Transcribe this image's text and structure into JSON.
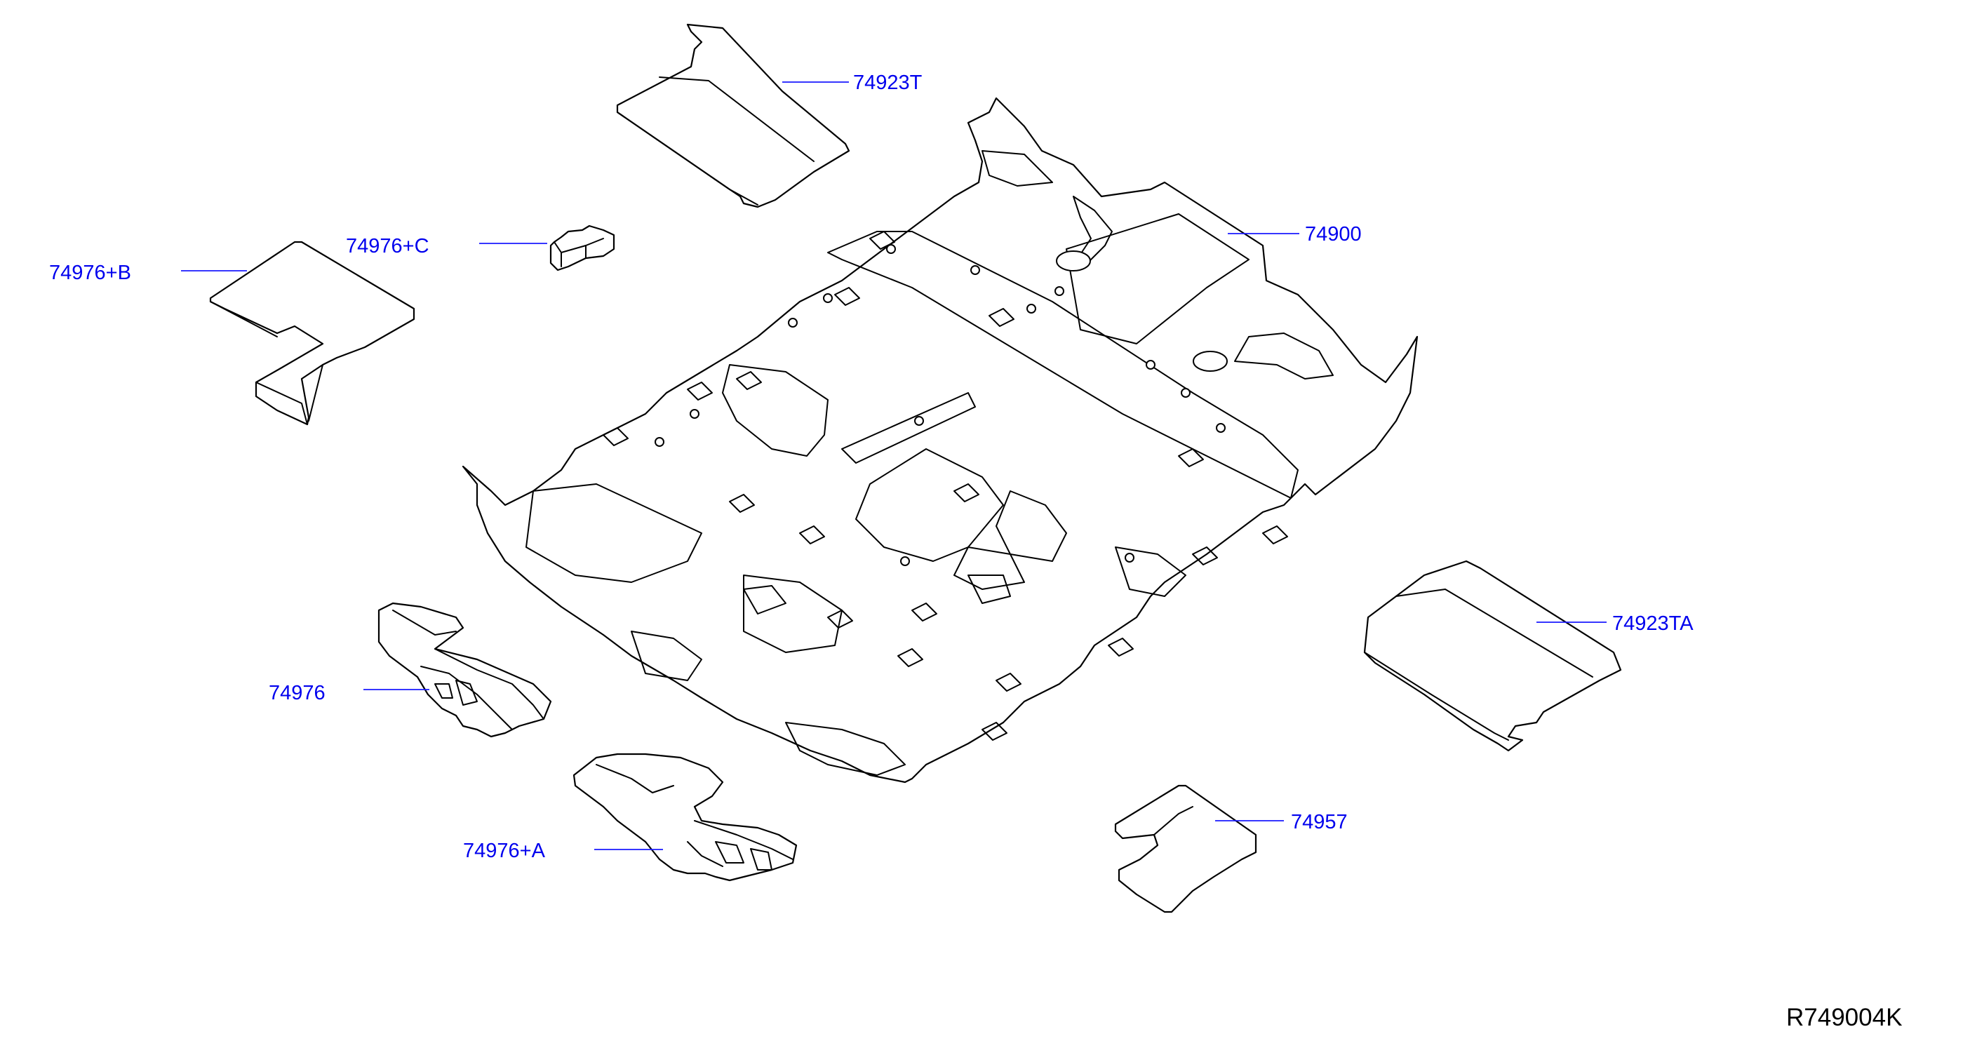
{
  "diagram": {
    "drawing_id": "R749004K",
    "colors": {
      "outline": "#000000",
      "callout": "#0000ee",
      "leader": "#1a1aff",
      "background": "#ffffff"
    },
    "callouts": {
      "p74923T": "74923T",
      "p74976C": "74976+C",
      "p74976B": "74976+B",
      "p74900": "74900",
      "p74923TA": "74923TA",
      "p74976": "74976",
      "p74957": "74957",
      "p74976A": "74976+A"
    }
  }
}
